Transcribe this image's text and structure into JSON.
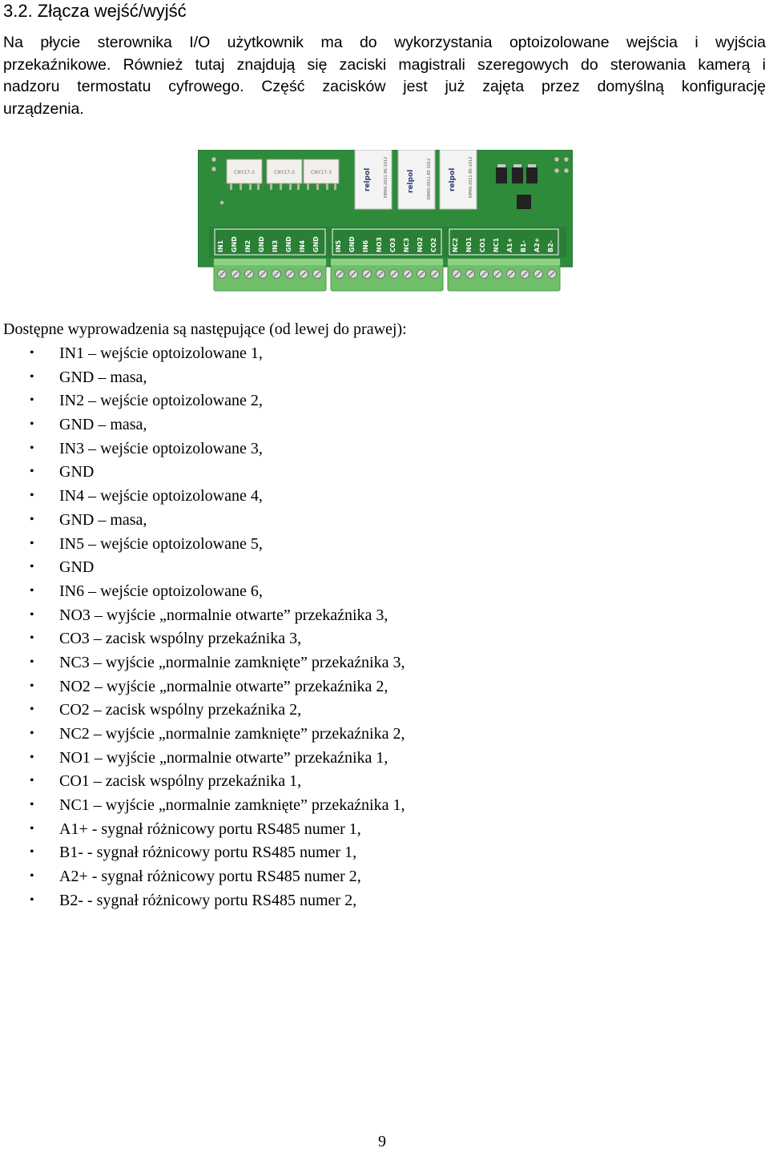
{
  "section": {
    "heading": "3.2. Złącza wejść/wyjść"
  },
  "intro": {
    "lines": [
      "Na płycie sterownika I/O użytkownik ma do wykorzystania optoizolowane wejścia i wyjścia",
      "przekaźnikowe. Również tutaj znajdują się zaciski magistrali szeregowych do sterowania kamerą i",
      "nadzoru termostatu cyfrowego. Część zacisków jest już zajęta przez domyślną konfigurację",
      "urządzenia."
    ]
  },
  "board": {
    "pcb_color": "#2e8b3a",
    "terminal_color": "#6fbf6a",
    "relay_brand": "relpol",
    "relay_models": [
      "RM40-2011-85-1012",
      "RM40-2011-85-1012",
      "RM40-2011-85-1012"
    ],
    "optocoupler_labels": [
      "CNY17-3",
      "CNY17-3",
      "CNY17-3"
    ],
    "labels_group1": [
      "IN1",
      "GND",
      "IN2",
      "GND",
      "IN3",
      "GND",
      "IN4",
      "GND"
    ],
    "labels_group2": [
      "IN5",
      "GND",
      "IN6",
      "NO3",
      "CO3",
      "NC3",
      "NO2",
      "CO2"
    ],
    "labels_group3": [
      "NC2",
      "NO1",
      "CO1",
      "NC1",
      "A1+",
      "B1-",
      "A2+",
      "B2-"
    ]
  },
  "pins": {
    "intro": "Dostępne wyprowadzenia są następujące (od lewej do prawej):",
    "bullet": "•",
    "items": [
      "IN1 – wejście optoizolowane 1,",
      "GND – masa,",
      "IN2 – wejście optoizolowane 2,",
      "GND – masa,",
      "IN3 – wejście optoizolowane 3,",
      "GND",
      "IN4 – wejście optoizolowane 4,",
      "GND – masa,",
      "IN5 – wejście optoizolowane 5,",
      "GND",
      "IN6 – wejście optoizolowane 6,",
      "NO3 – wyjście „normalnie otwarte” przekaźnika 3,",
      "CO3 – zacisk wspólny przekaźnika 3,",
      "NC3 – wyjście „normalnie zamknięte” przekaźnika 3,",
      "NO2 – wyjście „normalnie otwarte” przekaźnika 2,",
      "CO2 – zacisk wspólny przekaźnika 2,",
      "NC2 – wyjście „normalnie zamknięte” przekaźnika 2,",
      "NO1 – wyjście „normalnie otwarte” przekaźnika 1,",
      "CO1 – zacisk wspólny przekaźnika 1,",
      "NC1 – wyjście „normalnie zamknięte” przekaźnika 1,",
      "A1+ - sygnał różnicowy portu RS485 numer 1,",
      "B1- - sygnał różnicowy portu RS485 numer 1,",
      "A2+ - sygnał różnicowy portu RS485 numer 2,",
      "B2- - sygnał różnicowy portu RS485 numer 2,"
    ]
  },
  "footer": {
    "page_number": "9"
  }
}
